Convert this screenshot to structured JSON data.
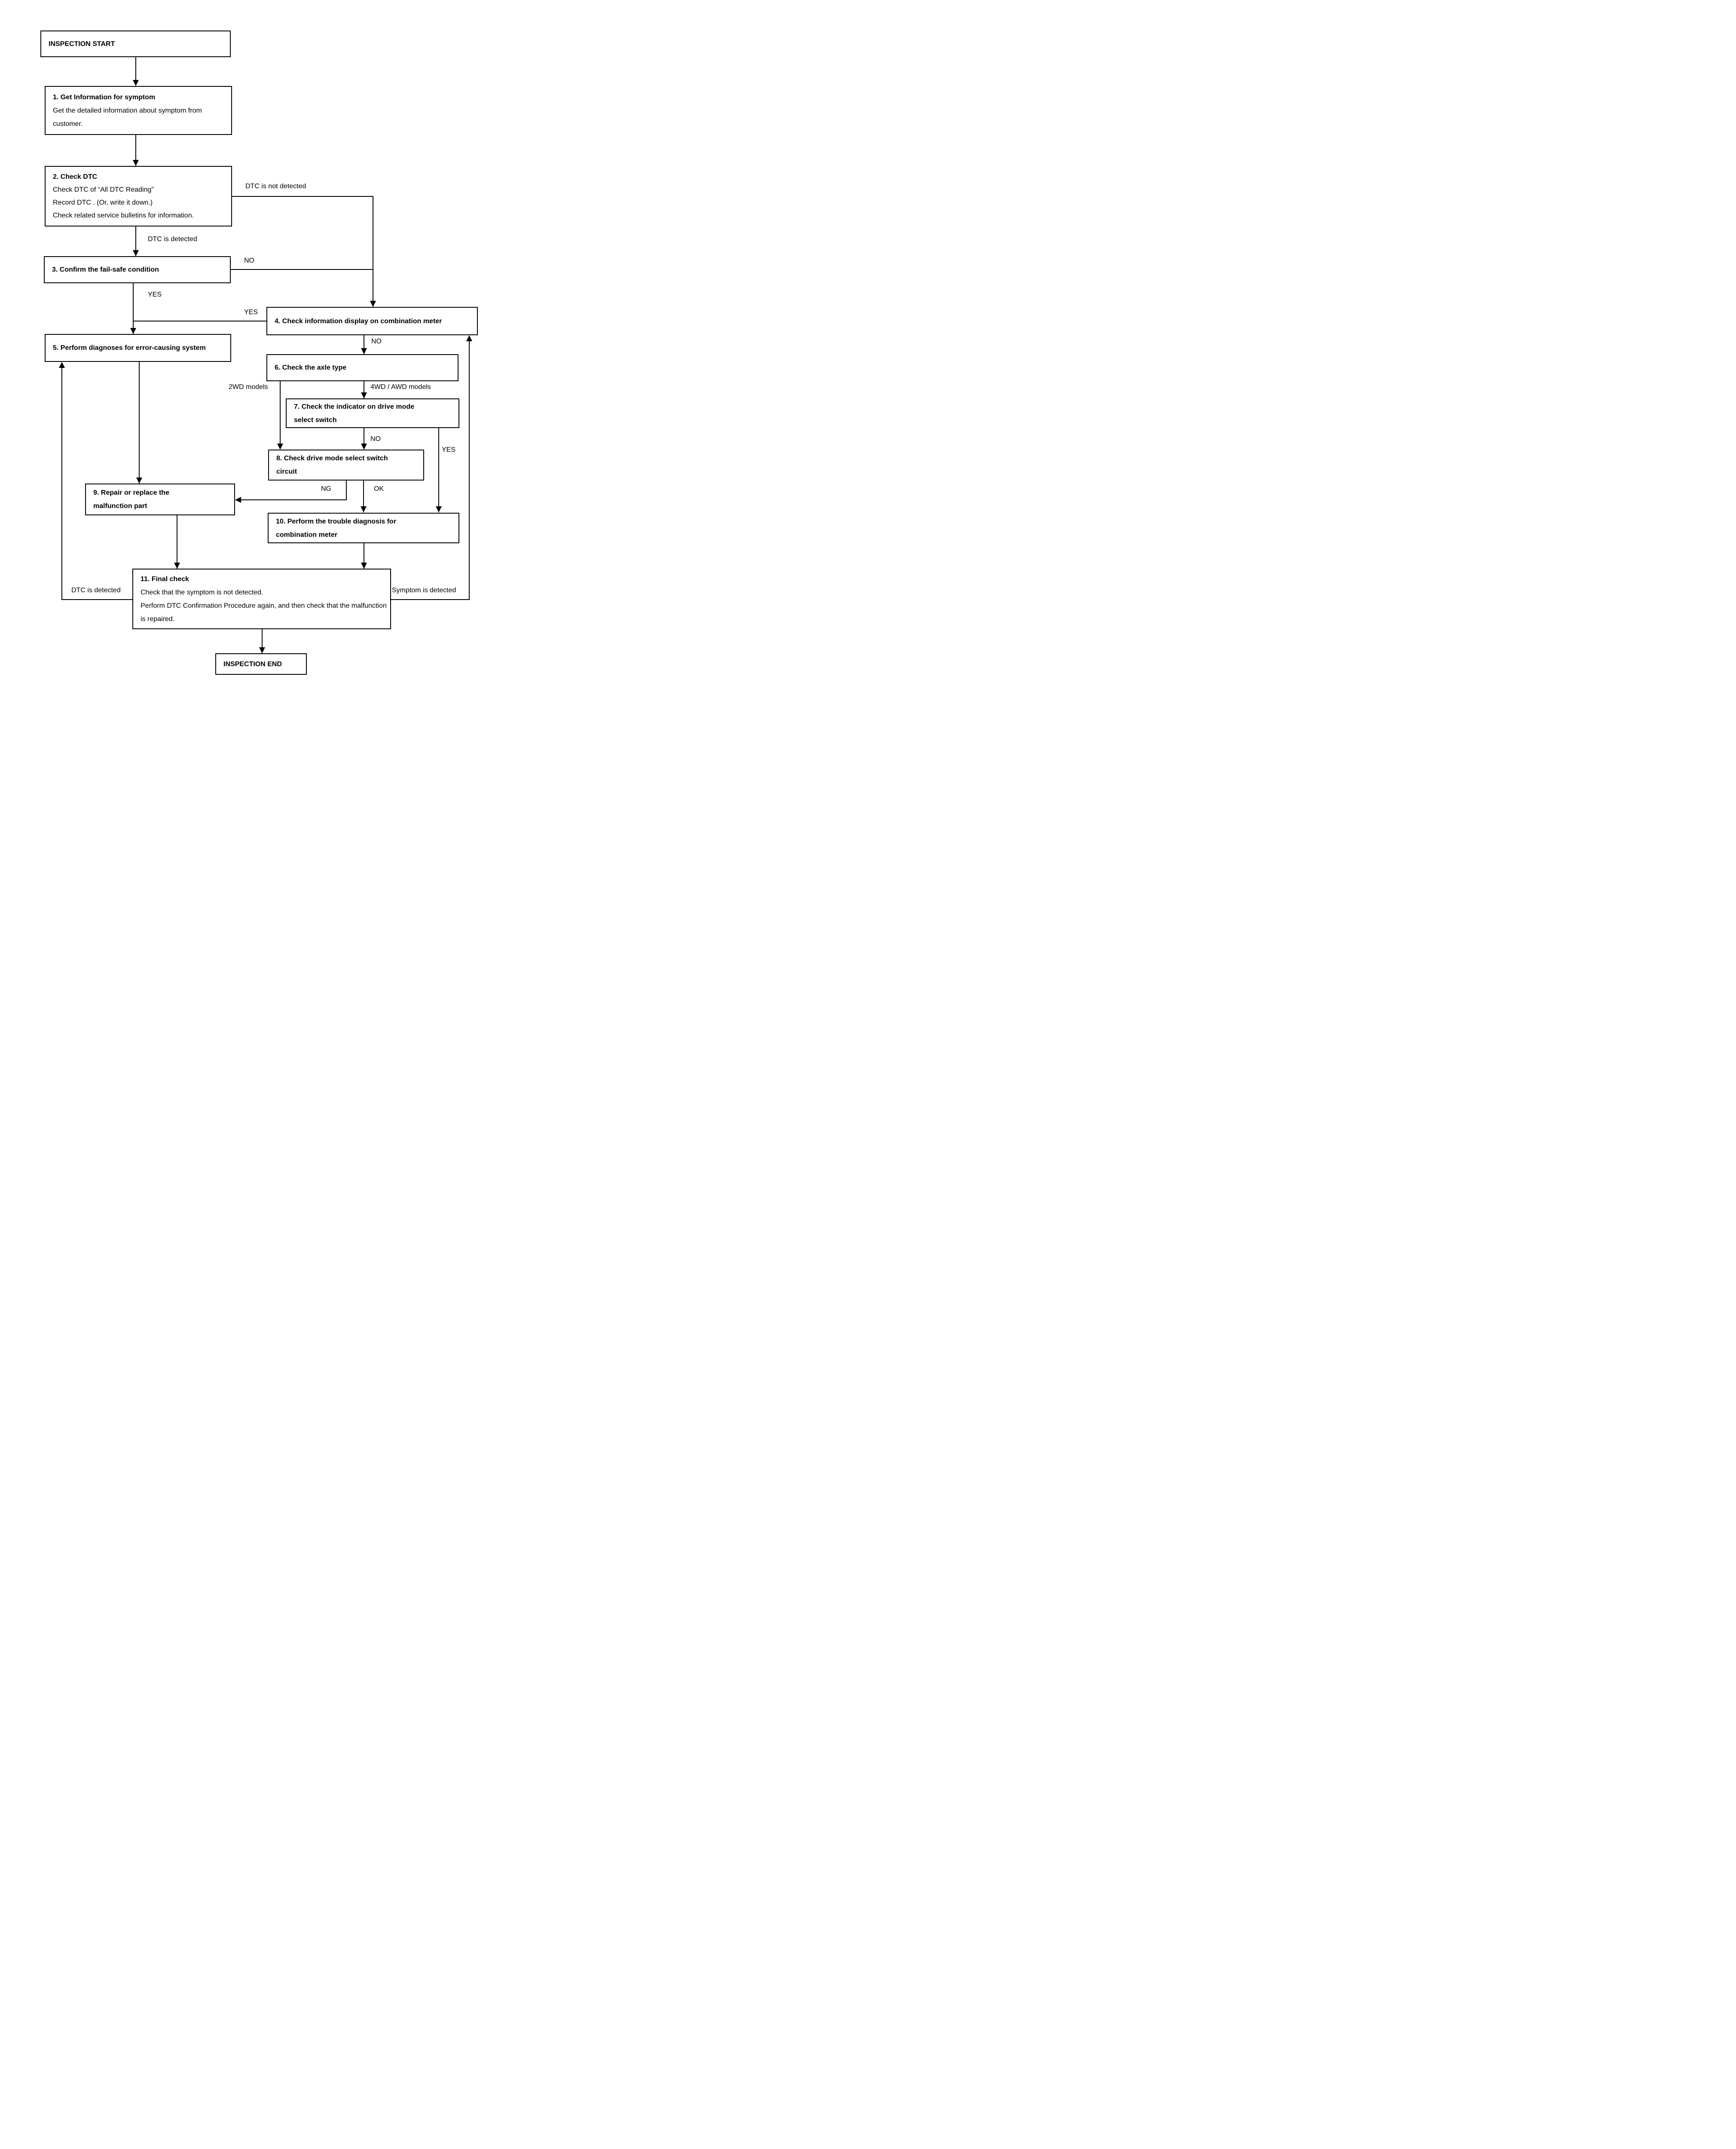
{
  "diagram_title": "DTC inspection procedure flowchart",
  "colors": {
    "line": "#000000",
    "background": "#ffffff",
    "text": "#000000"
  },
  "nodes": {
    "start": {
      "lines": [
        "INSPECTION START"
      ]
    },
    "n1": {
      "lines": [
        "1. Get Information for symptom",
        "Get the detailed information about symptom from customer."
      ]
    },
    "n2": {
      "lines": [
        "2. Check DTC",
        "Check DTC of “All DTC Reading”",
        "Record DTC . (Or, write it down.)",
        "Check related service bulletins for information."
      ]
    },
    "n3": {
      "lines": [
        "3. Confirm the fail-safe condition"
      ]
    },
    "n4": {
      "lines": [
        "4. Check information display on combination meter"
      ]
    },
    "n5": {
      "lines": [
        "5. Perform diagnoses for error-causing system"
      ]
    },
    "n6": {
      "lines": [
        "6. Check the axle type"
      ]
    },
    "n7": {
      "lines": [
        "7. Check the indicator on drive mode",
        "select switch"
      ]
    },
    "n8": {
      "lines": [
        "8. Check drive mode select switch",
        "circuit"
      ]
    },
    "n9": {
      "lines": [
        "9. Repair or replace the",
        "malfunction part"
      ]
    },
    "n10": {
      "lines": [
        "10. Perform the trouble diagnosis for",
        "combination meter"
      ]
    },
    "n11": {
      "lines": [
        "11. Final check",
        "Check that the symptom is not detected.",
        "Perform DTC Confirmation Procedure again, and then check that the malfunction is repaired."
      ]
    },
    "end": {
      "lines": [
        "INSPECTION END"
      ]
    }
  },
  "labels": {
    "dtc_not_detected": "DTC is not detected",
    "dtc_detected_mid": "DTC is detected",
    "no_3": "NO",
    "yes_3": "YES",
    "yes_4": "YES",
    "no_4": "NO",
    "models_2wd": "2WD models",
    "models_4wd": "4WD / AWD models",
    "no_7": "NO",
    "yes_7": "YES",
    "ng_8": "NG",
    "ok_8": "OK",
    "dtc_detected_return": "DTC is detected",
    "symptom_detected": "Symptom is detected"
  }
}
